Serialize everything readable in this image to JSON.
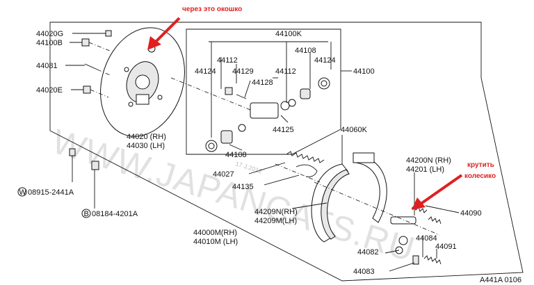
{
  "labels": {
    "p44020G": "44020G",
    "p44100B": "44100B",
    "p44081": "44081",
    "p44020E": "44020E",
    "p44020_rh": "44020 (RH)",
    "p44030_lh": "44030 (LH)",
    "washer_w": "W",
    "p08915": "08915-2441A",
    "bolt_b": "B",
    "p08184": "08184-4201A",
    "p44000M_rh": "44000M(RH)",
    "p44010M_lh": "44010M (LH)",
    "p44100K": "44100K",
    "p44112_a": "44112",
    "p44108": "44108",
    "p44124_a": "44124",
    "p44129": "44129",
    "p44112_b": "44112",
    "p44124_b": "44124",
    "p44100": "44100",
    "p44128": "44128",
    "p44125": "44125",
    "p44108_b": "44108",
    "p44060K": "44060K",
    "p44027": "44027",
    "p44135": "44135",
    "p44209N_rh": "44209N(RH)",
    "p44209M_lh": "44209M(LH)",
    "p44200N_rh": "44200N (RH)",
    "p44201_lh": "44201 (LH)",
    "p44090": "44090",
    "p44084": "44084",
    "p44082": "44082",
    "p44091": "44091",
    "p44083": "44083",
    "diagram_code": "A441A 0106"
  },
  "annotations": {
    "window_note": "через это окошко",
    "adjuster_note_line1": "крутить",
    "adjuster_note_line2": "колесико",
    "arrow_color": "#e02020"
  },
  "watermark": {
    "text": "WWW.JAPANCATS.RU",
    "stamp": "17 J.2012"
  }
}
